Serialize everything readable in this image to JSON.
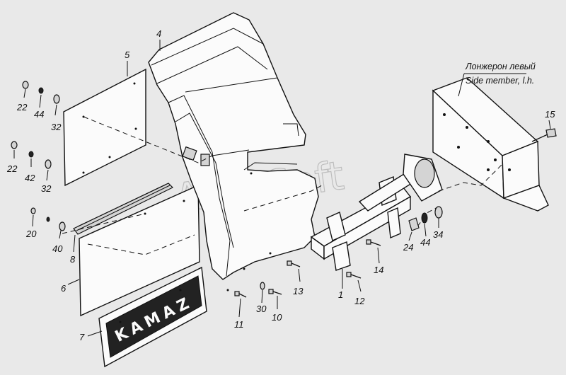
{
  "diagram": {
    "watermark": "AutoSoft",
    "logo_text": "KAMAZ",
    "side_member_caption_ru": "Лонжерон левый",
    "side_member_caption_en": "Side member, l.h.",
    "callouts": {
      "p1": "1",
      "p4": "4",
      "p5": "5",
      "p6": "6",
      "p7": "7",
      "p8": "8",
      "p10": "10",
      "p11": "11",
      "p12": "12",
      "p13": "13",
      "p14": "14",
      "p15": "15",
      "p20": "20",
      "p22a": "22",
      "p22b": "22",
      "p24": "24",
      "p30": "30",
      "p32a": "32",
      "p32b": "32",
      "p34": "34",
      "p40": "40",
      "p42": "42",
      "p44a": "44",
      "p44b": "44"
    }
  }
}
